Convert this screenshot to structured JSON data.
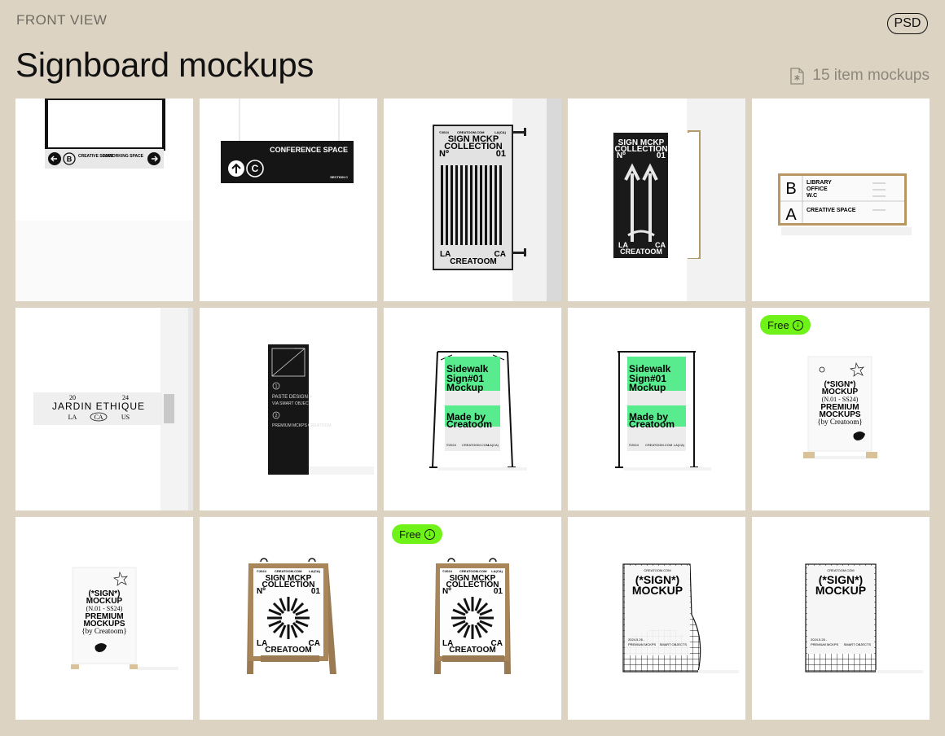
{
  "header": {
    "eyebrow": "FRONT VIEW",
    "format_badge": "PSD",
    "title": "Signboard mockups",
    "count_label": "15 item mockups",
    "count_icon": "file-icon"
  },
  "free_label": "Free",
  "cards": [
    {
      "id": "card-1",
      "name": "hanging-frame-sign",
      "texts": [
        "B",
        "CREATIVE SPACE",
        "COWORKING SPACE"
      ]
    },
    {
      "id": "card-2",
      "name": "conference-space-sign",
      "texts": [
        "CONFERENCE SPACE",
        "C",
        "SECTION C"
      ]
    },
    {
      "id": "card-3",
      "name": "projecting-sign-collection",
      "texts": [
        "©2024",
        "CREATOOM.COM",
        "LA(CA)",
        "SIGN MCKP",
        "COLLECTION",
        "Nº",
        "01",
        "LA",
        "CA",
        "CREATOOM"
      ]
    },
    {
      "id": "card-4",
      "name": "projecting-sign-arrows",
      "texts": [
        "SIGN MCKP",
        "COLLECTION",
        "Nº",
        "01",
        "LA",
        "CA",
        "CREATOOM"
      ]
    },
    {
      "id": "card-5",
      "name": "directory-wall-sign",
      "texts": [
        "B",
        "LIBRARY",
        "OFFICE",
        "W.C",
        "A",
        "CREATIVE SPACE"
      ]
    },
    {
      "id": "card-6",
      "name": "jardin-ethique-sign",
      "texts": [
        "20",
        "24",
        "JARDIN ETHIQUE",
        "LA",
        "CA",
        "US"
      ]
    },
    {
      "id": "card-7",
      "name": "totem-pylon-sign",
      "texts": [
        "1",
        "PASTE DESIGN >",
        "VIA SMART OBJECT",
        "2",
        "PREMIUM MCKPS CREATOOM"
      ]
    },
    {
      "id": "card-8",
      "name": "sidewalk-sign-a",
      "texts": [
        "Sidewalk",
        "Sign#01",
        "Mockup",
        "Made by",
        "Creatoom",
        "©2024",
        "CREATOOM.COM",
        "LA(CA)"
      ]
    },
    {
      "id": "card-9",
      "name": "sidewalk-sign-b",
      "texts": [
        "Sidewalk",
        "Sign#01",
        "Mockup",
        "Made by",
        "Creatoom",
        "©2024",
        "CREATOOM.COM",
        "LA(CA)"
      ]
    },
    {
      "id": "card-10",
      "name": "tabletop-sign-free",
      "free": true,
      "texts": [
        "(*SIGN*)",
        "MOCKUP",
        "(N.01 - SS24)",
        "PREMIUM",
        "MOCKUPS",
        "{by Creatoom}"
      ]
    },
    {
      "id": "card-11",
      "name": "tabletop-sign",
      "texts": [
        "(*SIGN*)",
        "MOCKUP",
        "(N.01 - SS24)",
        "PREMIUM",
        "MOCKUPS",
        "{by Creatoom}"
      ]
    },
    {
      "id": "card-12",
      "name": "wooden-a-frame-sign",
      "texts": [
        "©2024",
        "CREATOOM.COM",
        "LA(CA)",
        "SIGN MCKP",
        "COLLECTION",
        "Nº",
        "01",
        "LA",
        "CA",
        "CREATOOM"
      ]
    },
    {
      "id": "card-13",
      "name": "wooden-a-frame-sign-free",
      "free": true,
      "texts": [
        "©2024",
        "CREATOOM.COM",
        "LA(CA)",
        "SIGN MCKP",
        "COLLECTION",
        "Nº",
        "01",
        "LA",
        "CA",
        "CREATOOM"
      ]
    },
    {
      "id": "card-14",
      "name": "wire-stand-sign-curved",
      "texts": [
        "(*SIGN*)",
        "MOCKUP",
        "CREATOOM.COM",
        "2024.5.26 -",
        "PREMIUM MCKPS",
        "SMART OBJECTS"
      ]
    },
    {
      "id": "card-15",
      "name": "wire-stand-sign",
      "texts": [
        "(*SIGN*)",
        "MOCKUP",
        "CREATOOM.COM",
        "2024.5.26 -",
        "PREMIUM MCKPS",
        "SMART OBJECTS"
      ]
    }
  ]
}
